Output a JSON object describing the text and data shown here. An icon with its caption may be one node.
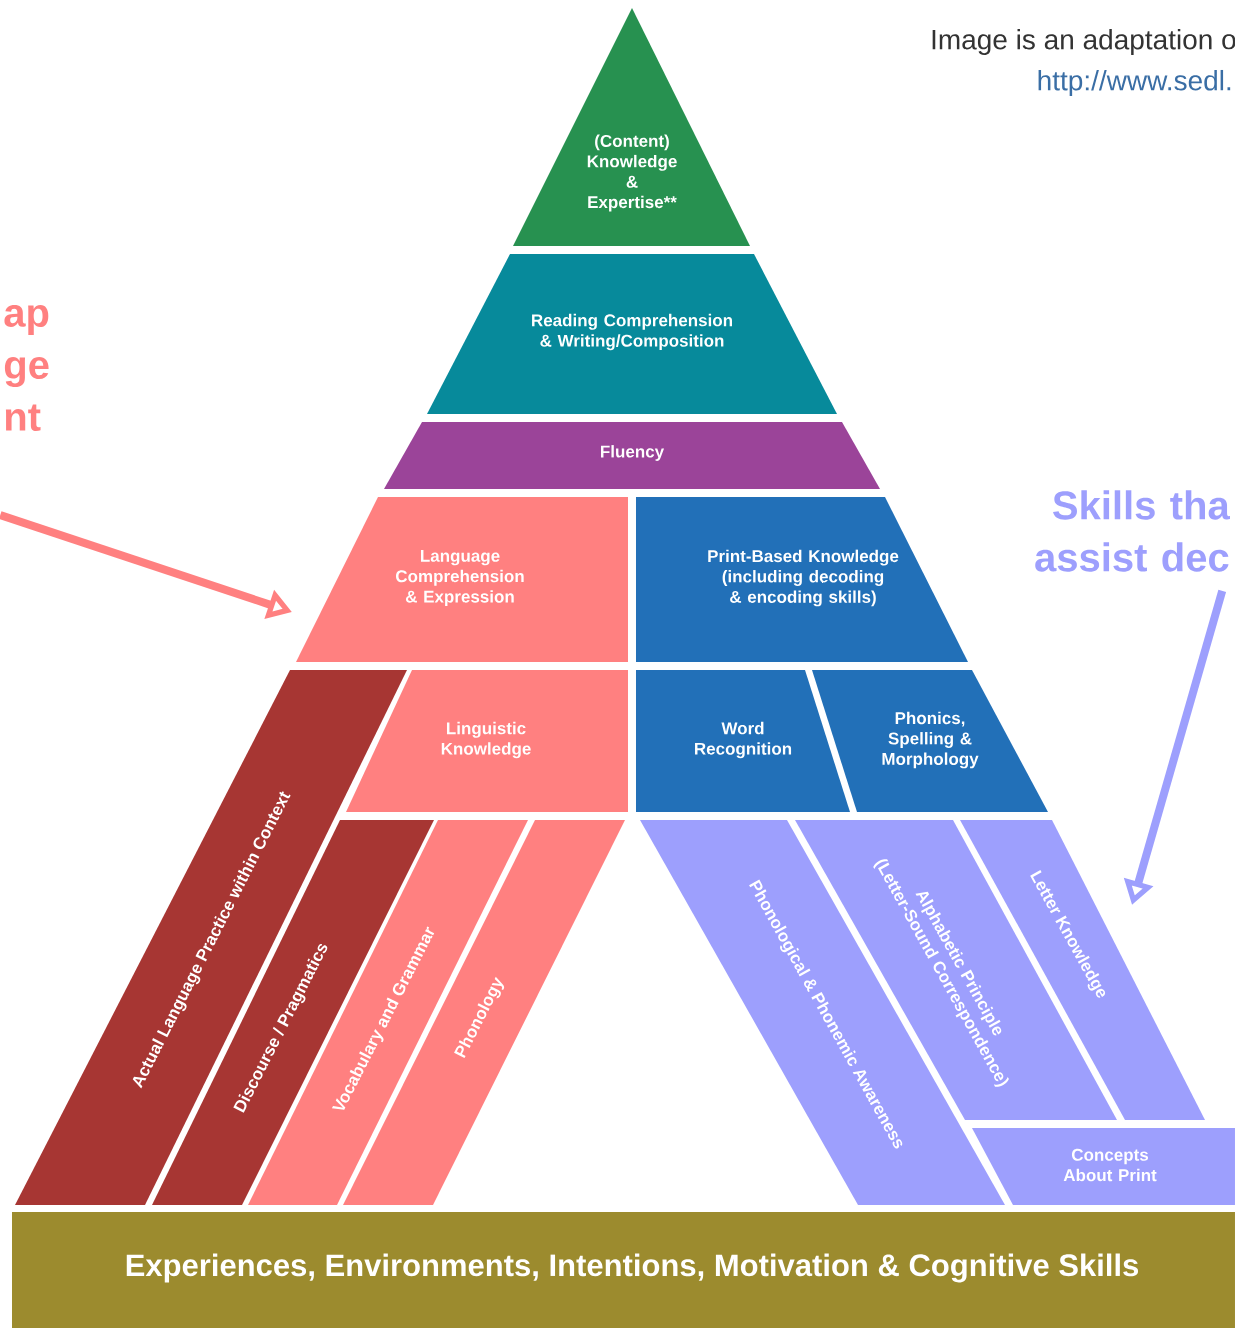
{
  "diagram": {
    "nodes": [
      {
        "text": [
          "(Content) Knowledge & Expertise**"
        ]
      },
      {
        "text": [
          "Reading Comprehension & Writing/Composition"
        ]
      },
      {
        "text": [
          "Fluency"
        ]
      },
      {
        "text": [
          "Language Comprehension & Expression"
        ]
      },
      {
        "text": [
          "Print-Based Knowledge (including decoding & encoding skills)"
        ]
      },
      {
        "text": [
          "Linguistic Knowledge"
        ]
      },
      {
        "text": [
          "Word Recognition"
        ]
      },
      {
        "text": [
          "Phonics, Spelling & Morphology"
        ]
      },
      {
        "text": [
          "Actual Language Practice within Context"
        ]
      },
      {
        "text": [
          "Discourse / Pragmatics"
        ]
      },
      {
        "text": [
          "Vocabulary and Grammar"
        ]
      },
      {
        "text": [
          "Phonology"
        ]
      },
      {
        "text": [
          "Phonological & Phonemic Awareness"
        ]
      },
      {
        "text": [
          "Alphabetic Principle (Letter-Sound Correspondence)"
        ]
      },
      {
        "text": [
          "Letter Knowledge"
        ]
      },
      {
        "text": [
          "Concepts About Print"
        ]
      },
      {
        "text": [
          "Experiences, Environments, Intentions, Motivation & Cognitive Skills"
        ]
      },
      {
        "text": [
          "ap ge nt"
        ]
      },
      {
        "text": [
          "Skills tha assist dec"
        ]
      }
    ],
    "edges": [
      {
        "from": 17,
        "to": 3,
        "arrow": "to",
        "color": "#ff8080"
      },
      {
        "from": 18,
        "to": 14,
        "arrow": "to",
        "color": "#9d9ffd"
      }
    ],
    "labels": [
      "Image is an adaptation o",
      "http://www.sedl."
    ]
  }
}
